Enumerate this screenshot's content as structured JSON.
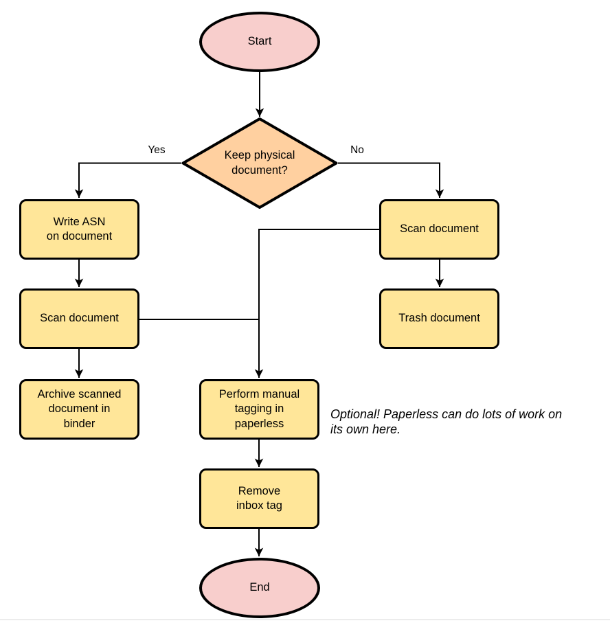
{
  "diagram": {
    "type": "flowchart",
    "topic": "Paperless document intake workflow"
  },
  "nodes": {
    "start": {
      "label": "Start",
      "shape": "terminator"
    },
    "decision": {
      "label": "Keep physical\ndocument?",
      "shape": "decision"
    },
    "write_asn": {
      "label": "Write ASN\non document",
      "shape": "process"
    },
    "scan_left": {
      "label": "Scan document",
      "shape": "process"
    },
    "archive": {
      "label": "Archive scanned\ndocument in\nbinder",
      "shape": "process"
    },
    "scan_right": {
      "label": "Scan document",
      "shape": "process"
    },
    "trash": {
      "label": "Trash document",
      "shape": "process"
    },
    "tagging": {
      "label": "Perform manual\ntagging in\npaperless",
      "shape": "process"
    },
    "remove_inbox": {
      "label": "Remove\ninbox tag",
      "shape": "process"
    },
    "end": {
      "label": "End",
      "shape": "terminator"
    }
  },
  "edge_labels": {
    "yes": "Yes",
    "no": "No"
  },
  "note": {
    "text": "Optional! Paperless can do lots of work on\nits own here."
  },
  "colors": {
    "terminator_fill": "#f8cecc",
    "process_fill": "#ffe699",
    "decision_fill": "#ffd0a0",
    "stroke": "#000000",
    "divider": "#ececec"
  }
}
